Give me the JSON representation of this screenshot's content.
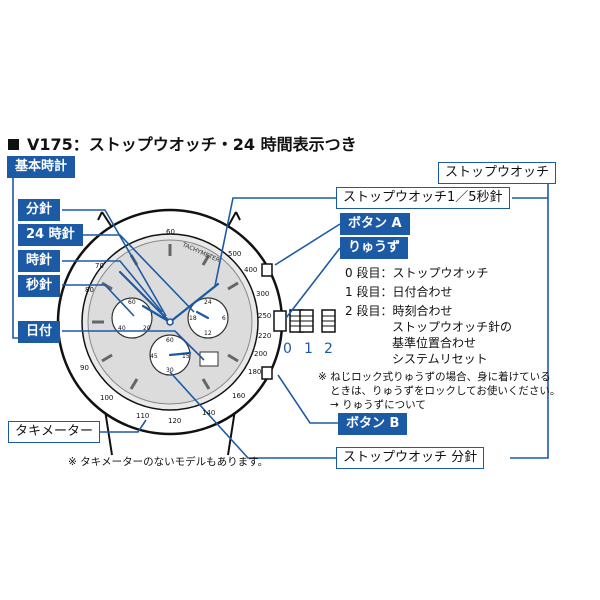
{
  "title": "V175：ストップウオッチ・24 時間表示つき",
  "labels": {
    "basic_clock": "基本時計",
    "minute_hand": "分針",
    "hour24_hand": "24 時針",
    "hour_hand": "時針",
    "second_hand": "秒針",
    "date": "日付",
    "stopwatch": "ストップウオッチ",
    "stopwatch_fifth_second_hand": "ストップウオッチ1／5秒針",
    "button_a": "ボタン A",
    "crown": "りゅうず",
    "crown_stage_0": "0 段目：ストップウオッチ",
    "crown_stage_1": "1 段目：日付合わせ",
    "crown_stage_2": "2 段目：時刻合わせ",
    "crown_stage_2_line2": "ストップウオッチ針の",
    "crown_stage_2_line3": "基準位置合わせ",
    "crown_stage_2_line4": "システムリセット",
    "button_b": "ボタン B",
    "tachymeter": "タキメーター",
    "stopwatch_minute_hand": "ストップウオッチ 分針"
  },
  "crown_positions": [
    "0",
    "1",
    "2"
  ],
  "notes": {
    "lock_crown_line1": "※ ねじロック式りゅうずの場合、身に着けている",
    "lock_crown_line2": "ときは、りゅうずをロックしてお使いください。",
    "lock_crown_line3": "→ りゅうずについて",
    "no_tachymeter": "※ タキメーターのないモデルもあります。"
  },
  "dial": {
    "tachymeter_text": "TACHYMETER",
    "bezel_numbers": [
      "60",
      "70",
      "80",
      "90",
      "100",
      "110",
      "120",
      "140",
      "160",
      "180",
      "200",
      "220",
      "250",
      "300",
      "400",
      "500"
    ],
    "subdial_left": [
      "60",
      "20",
      "40"
    ],
    "subdial_bottom": [
      "60",
      "15",
      "30",
      "45"
    ],
    "subdial_right": [
      "24",
      "6",
      "12",
      "18"
    ]
  },
  "colors": {
    "accent": "#1d5aa6",
    "ink": "#111111"
  }
}
